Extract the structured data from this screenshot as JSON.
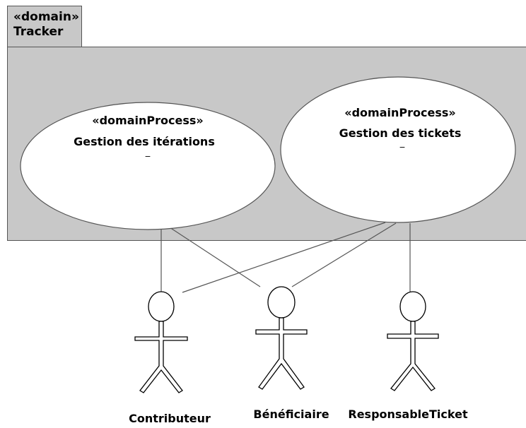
{
  "package": {
    "stereotype": "«domain»",
    "name": "Tracker"
  },
  "use_cases": [
    {
      "stereotype": "«domainProcess»",
      "name": "Gestion des itérations",
      "underline_mark": "_"
    },
    {
      "stereotype": "«domainProcess»",
      "name": "Gestion des tickets",
      "underline_mark": "_"
    }
  ],
  "actors": [
    {
      "name": "Contributeur"
    },
    {
      "name": "Bénéficiaire"
    },
    {
      "name": "ResponsableTicket"
    }
  ],
  "colors": {
    "package_fill": "#c8c8c8",
    "line": "#555555",
    "usecase_fill": "#ffffff"
  }
}
